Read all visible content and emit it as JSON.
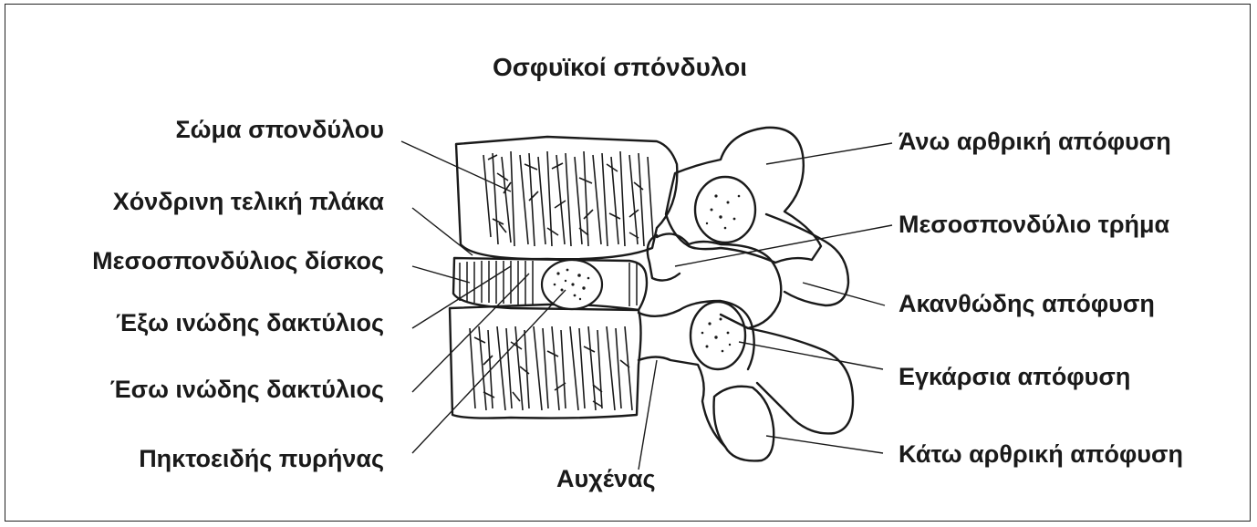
{
  "title": "Οσφυϊκοί σπόνδυλοι",
  "labels_left": [
    "Σώμα σπονδύλου",
    "Χόνδρινη τελική πλάκα",
    "Μεσοσπονδύλιος δίσκος",
    "Έξω ινώδης δακτύλιος",
    "Έσω ινώδης δακτύλιος",
    "Πηκτοειδής πυρήνας"
  ],
  "labels_right": [
    "Άνω αρθρική απόφυση",
    "Μεσοσπονδύλιο τρήμα",
    "Ακανθώδης απόφυση",
    "Εγκάρσια απόφυση",
    "Κάτω αρθρική απόφυση"
  ],
  "label_bottom": "Αυχένας",
  "colors": {
    "ink": "#1a1a1a",
    "background": "#ffffff"
  }
}
